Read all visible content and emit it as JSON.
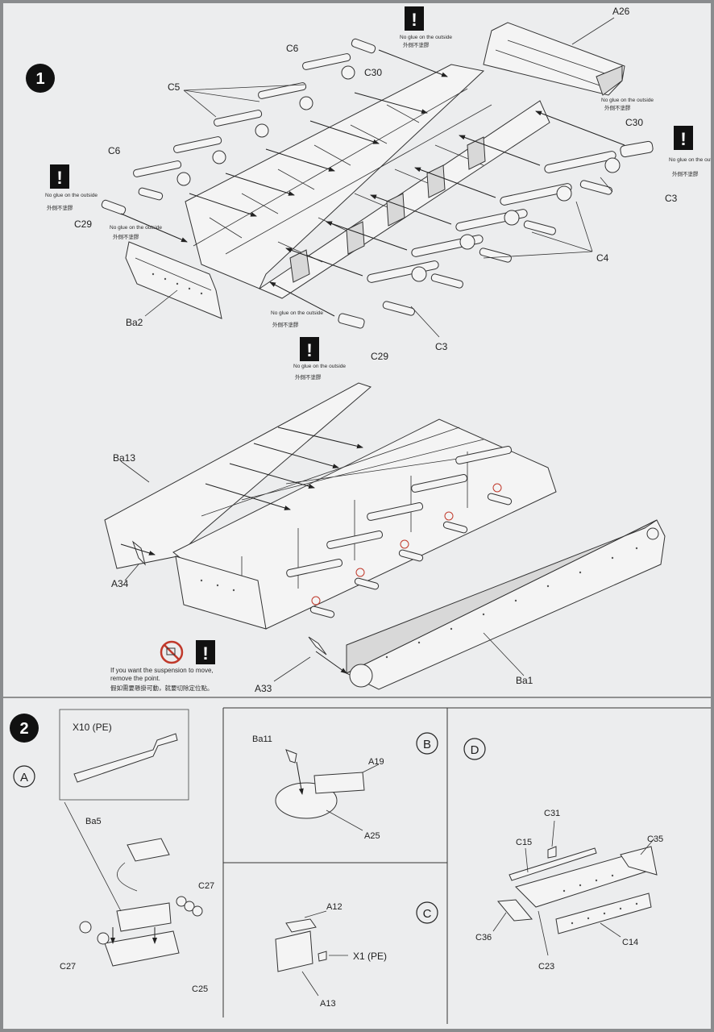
{
  "steps": {
    "step1": {
      "number": "1"
    },
    "step2": {
      "number": "2"
    }
  },
  "warnings": {
    "no_glue_en": "No glue on the outside",
    "no_glue_zh": "外側不塗膠",
    "suspension_line1": "If you want the suspension to move,",
    "suspension_line2": "remove the point.",
    "suspension_zh": "假如需要懸掛可動，就要切除定位點。"
  },
  "step1_labels": {
    "a26": "A26",
    "c30_top": "C30",
    "c30_right": "C30",
    "c6_top": "C6",
    "c6_left": "C6",
    "c5": "C5",
    "c29_left": "C29",
    "c29_bottom": "C29",
    "c3_right": "C3",
    "c3_bottom": "C3",
    "c4": "C4",
    "ba2": "Ba2",
    "ba13": "Ba13",
    "a34": "A34",
    "a33": "A33",
    "ba1": "Ba1"
  },
  "step2": {
    "panel_a": {
      "circle": "A",
      "pe_box_title": "X10 (PE)",
      "ba5": "Ba5",
      "c27_top": "C27",
      "c27_left": "C27",
      "c25": "C25"
    },
    "panel_b": {
      "circle": "B",
      "ba11": "Ba11",
      "a19": "A19",
      "a25": "A25"
    },
    "panel_c": {
      "circle": "C",
      "a12": "A12",
      "x1": "X1 (PE)",
      "a13": "A13"
    },
    "panel_d": {
      "circle": "D",
      "c31": "C31",
      "c15": "C15",
      "c35": "C35",
      "c36": "C36",
      "c14": "C14",
      "c23": "C23"
    }
  }
}
